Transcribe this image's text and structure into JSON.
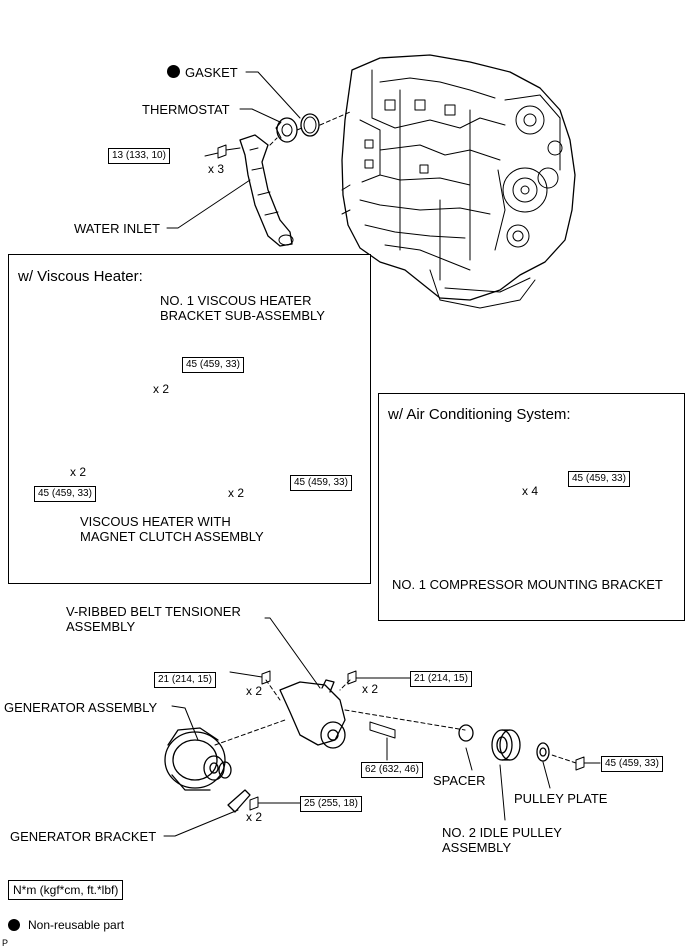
{
  "labels": {
    "gasket": "GASKET",
    "thermostat": "THERMOSTAT",
    "water_inlet": "WATER INLET",
    "viscous_bracket": "NO. 1 VISCOUS HEATER\nBRACKET SUB-ASSEMBLY",
    "viscous_heater": "VISCOUS HEATER WITH\nMAGNET CLUTCH ASSEMBLY",
    "compressor_bracket": "NO. 1 COMPRESSOR MOUNTING BRACKET",
    "tensioner": "V-RIBBED BELT TENSIONER\nASSEMBLY",
    "generator": "GENERATOR ASSEMBLY",
    "generator_bracket": "GENERATOR BRACKET",
    "spacer": "SPACER",
    "pulley_plate": "PULLEY PLATE",
    "idle_pulley": "NO. 2 IDLE PULLEY\nASSEMBLY"
  },
  "panels": {
    "viscous_title": "w/ Viscous Heater:",
    "aircon_title": "w/ Air Conditioning System:"
  },
  "torques": {
    "water_inlet": "13 (133, 10)",
    "visc_top": "45 (459, 33)",
    "visc_left": "45 (459, 33)",
    "visc_right": "45 (459, 33)",
    "aircon": "45 (459, 33)",
    "tens_left": "21 (214, 15)",
    "tens_right": "21 (214, 15)",
    "center_bolt": "62 (632, 46)",
    "gen_bracket": "25 (255, 18)",
    "pulley_plate": "45 (459, 33)"
  },
  "quantities": {
    "water_inlet": "x 3",
    "visc_top": "x 2",
    "visc_left": "x 2",
    "visc_right": "x 2",
    "aircon": "x 4",
    "tens_left": "x 2",
    "tens_right": "x 2",
    "gen_bracket": "x 2"
  },
  "legend": {
    "units": "N*m (kgf*cm, ft.*lbf)",
    "non_reusable": "Non-reusable part",
    "corner_mark": "P"
  }
}
